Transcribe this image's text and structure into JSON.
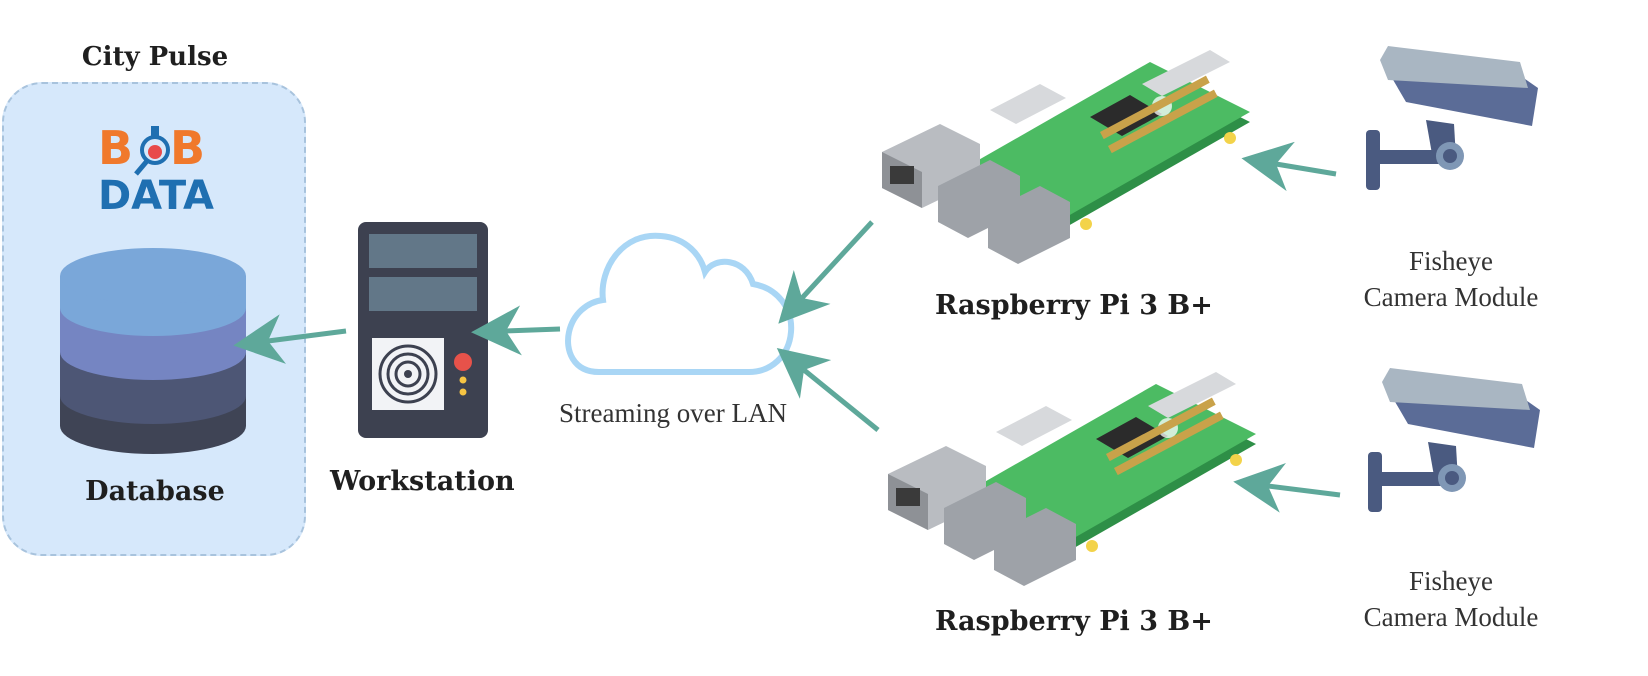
{
  "group": {
    "title": "City Pulse"
  },
  "logo": {
    "line1": "BOB",
    "line2": "DATA",
    "colors": [
      "#f0792c",
      "#1f6fb1"
    ]
  },
  "nodes": {
    "database": "Database",
    "workstation": "Workstation",
    "cloud": "Streaming over LAN",
    "pi_top": "Raspberry Pi 3 B+",
    "pi_bottom": "Raspberry Pi 3 B+",
    "camera_top": {
      "line1": "Fisheye",
      "line2": "Camera Module"
    },
    "camera_bottom": {
      "line1": "Fisheye",
      "line2": "Camera Module"
    }
  },
  "colors": {
    "arrow": "#5ea89a",
    "group_bg": "#d6e8fb",
    "cloud_stroke": "#a9d6f5",
    "board": "#3fb05a"
  },
  "icons": [
    "database-icon",
    "workstation-icon",
    "cloud-icon",
    "raspberry-pi-icon",
    "camera-icon"
  ]
}
